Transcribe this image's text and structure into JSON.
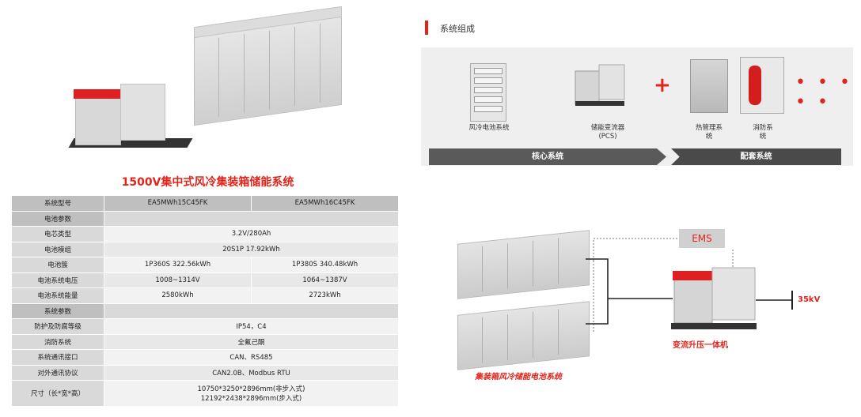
{
  "title": "1500V集中式风冷集装箱储能系统",
  "spec_table": {
    "header": {
      "label": "系统型号",
      "models": [
        "EA5MWh15C45FK",
        "EA5MWh16C45FK"
      ]
    },
    "sections": [
      {
        "title": "电池参数",
        "rows": [
          {
            "label": "电芯类型",
            "merged": "3.2V/280Ah"
          },
          {
            "label": "电池模组",
            "merged": "20S1P 17.92kWh"
          },
          {
            "label": "电池簇",
            "values": [
              "1P360S  322.56kWh",
              "1P380S  340.48kWh"
            ]
          },
          {
            "label": "电池系统电压",
            "values": [
              "1008~1314V",
              "1064~1387V"
            ]
          },
          {
            "label": "电池系统能量",
            "values": [
              "2580kWh",
              "2723kWh"
            ]
          }
        ]
      },
      {
        "title": "系统参数",
        "rows": [
          {
            "label": "防护及防腐等级",
            "merged": "IP54，C4"
          },
          {
            "label": "消防系统",
            "merged": "全氟己酮"
          },
          {
            "label": "系统通讯接口",
            "merged": "CAN、RS485"
          },
          {
            "label": "对外通讯协议",
            "merged": "CAN2.0B、Modbus RTU"
          }
        ]
      }
    ],
    "dimensions": {
      "label": "尺寸（长*宽*高）",
      "line1": "10750*3250*2896mm(非步入式)",
      "line2": "12192*2438*2896mm(步入式)"
    }
  },
  "composition": {
    "title": "系统组成",
    "items": [
      {
        "name": "battery-system",
        "label": "风冷电池系统"
      },
      {
        "name": "pcs",
        "label_line1": "储能变流器",
        "label_line2": "(PCS)"
      },
      {
        "name": "thermal",
        "label_line1": "热管理系",
        "label_line2": "统"
      },
      {
        "name": "fire",
        "label_line1": "消防系",
        "label_line2": "统"
      }
    ],
    "plus": "+",
    "more": "• • •  • •",
    "bars": {
      "core": "核心系统",
      "auxiliary": "配套系统"
    }
  },
  "diagram": {
    "ems": "EMS",
    "voltage": "35kV",
    "converter_label": "变流升压一体机",
    "battery_label": "集装箱风冷储能电池系统"
  },
  "colors": {
    "accent": "#e1251b",
    "bar_dark": "#5a5a5a"
  }
}
